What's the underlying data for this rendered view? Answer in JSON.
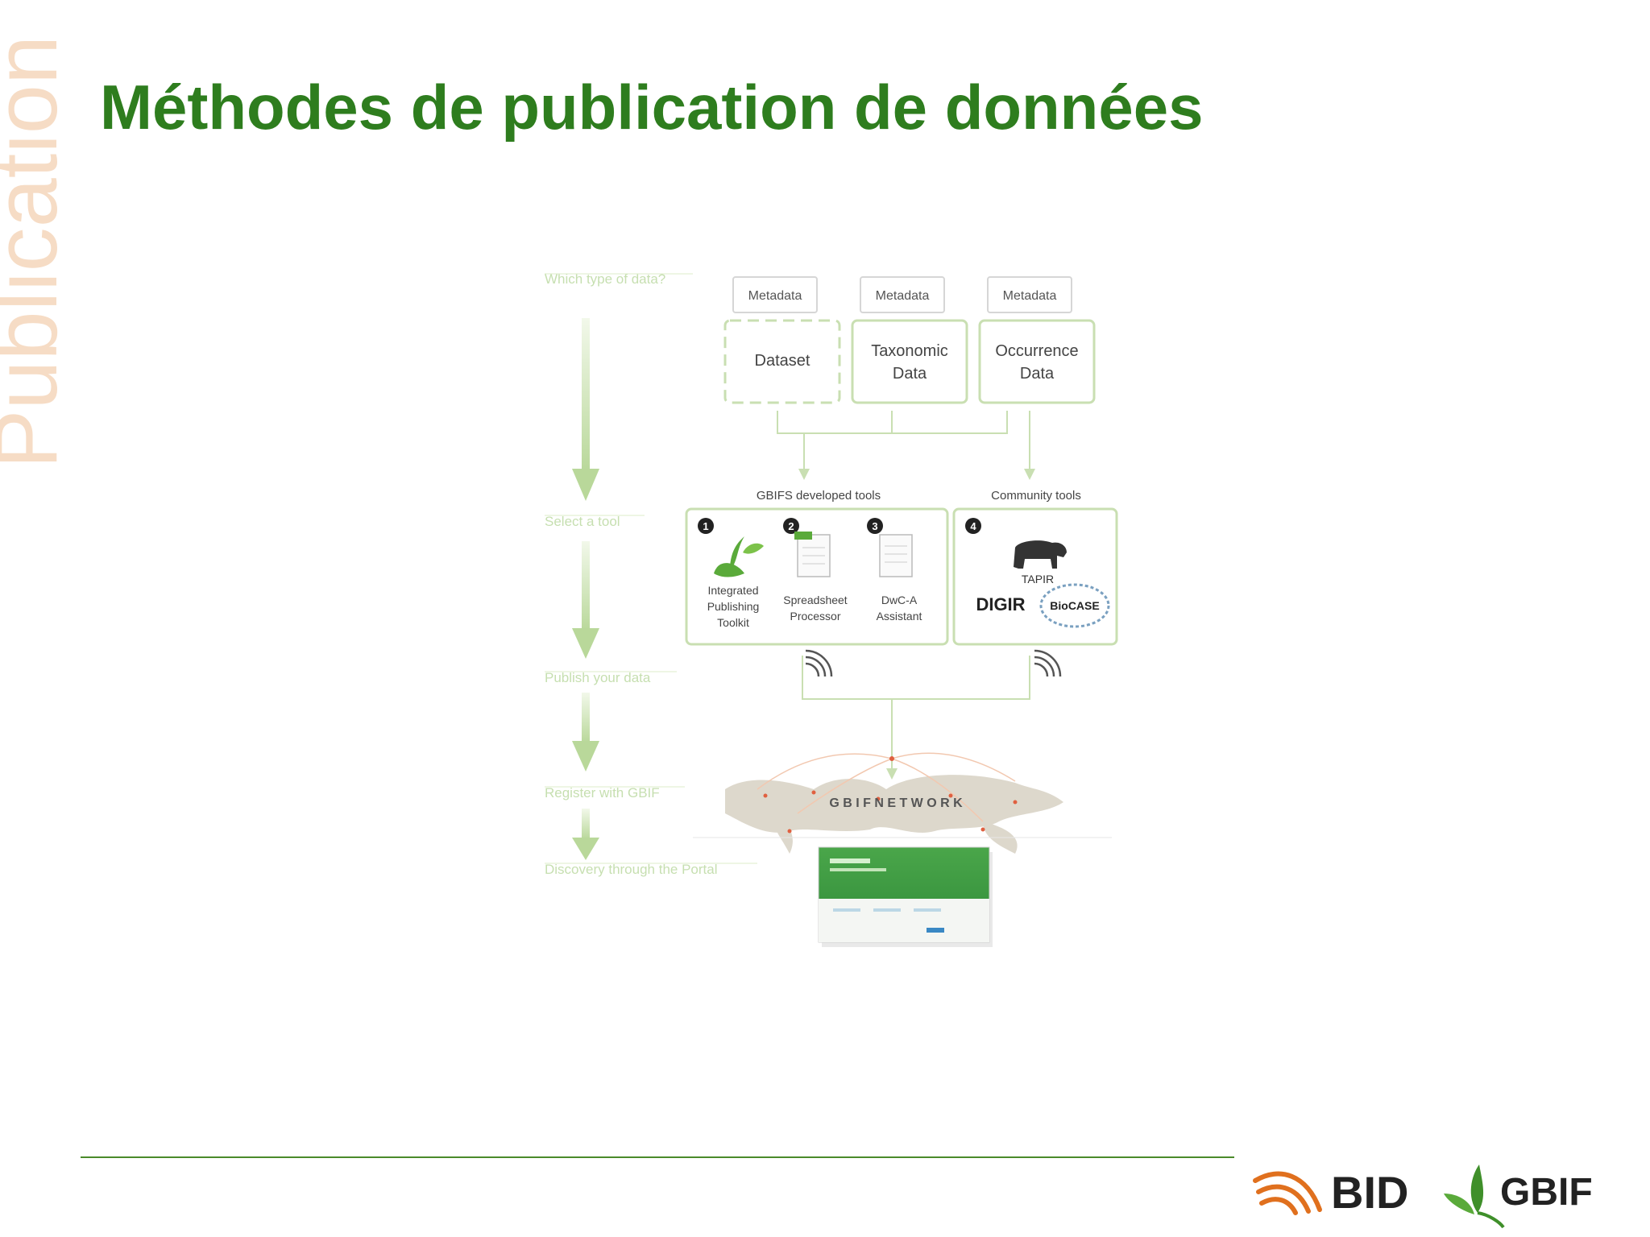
{
  "side_label": "Publication",
  "title": "Méthodes de publication de données",
  "diagram": {
    "steps": [
      "Which type of data?",
      "Select a tool",
      "Publish your data",
      "Register with GBIF",
      "Discovery through the Portal"
    ],
    "metadata_label": "Metadata",
    "data_types": [
      {
        "line1": "Dataset",
        "line2": ""
      },
      {
        "line1": "Taxonomic",
        "line2": "Data"
      },
      {
        "line1": "Occurrence",
        "line2": "Data"
      }
    ],
    "groups": {
      "gbif": "GBIFS developed tools",
      "community": "Community tools"
    },
    "tools": [
      {
        "num": "1",
        "lines": [
          "Integrated",
          "Publishing",
          "Toolkit"
        ]
      },
      {
        "num": "2",
        "lines": [
          "Spreadsheet",
          "Processor"
        ]
      },
      {
        "num": "3",
        "lines": [
          "DwC-A",
          "Assistant"
        ]
      }
    ],
    "community": {
      "num": "4",
      "tapir": "TAPIR",
      "digir": "DIGIR",
      "biocase": "BioCASE"
    },
    "network": "G B I F   N E T W O R K"
  },
  "logos": {
    "bid": "BID",
    "gbif": "GBIF"
  },
  "colors": {
    "title_green": "#2e7d1e",
    "side_label": "#f6dcc5",
    "diagram_green": "#b9d89a",
    "arrow_green": "#c9e2a8",
    "bid_orange": "#e0701e",
    "gbif_green": "#3f8f2a"
  }
}
